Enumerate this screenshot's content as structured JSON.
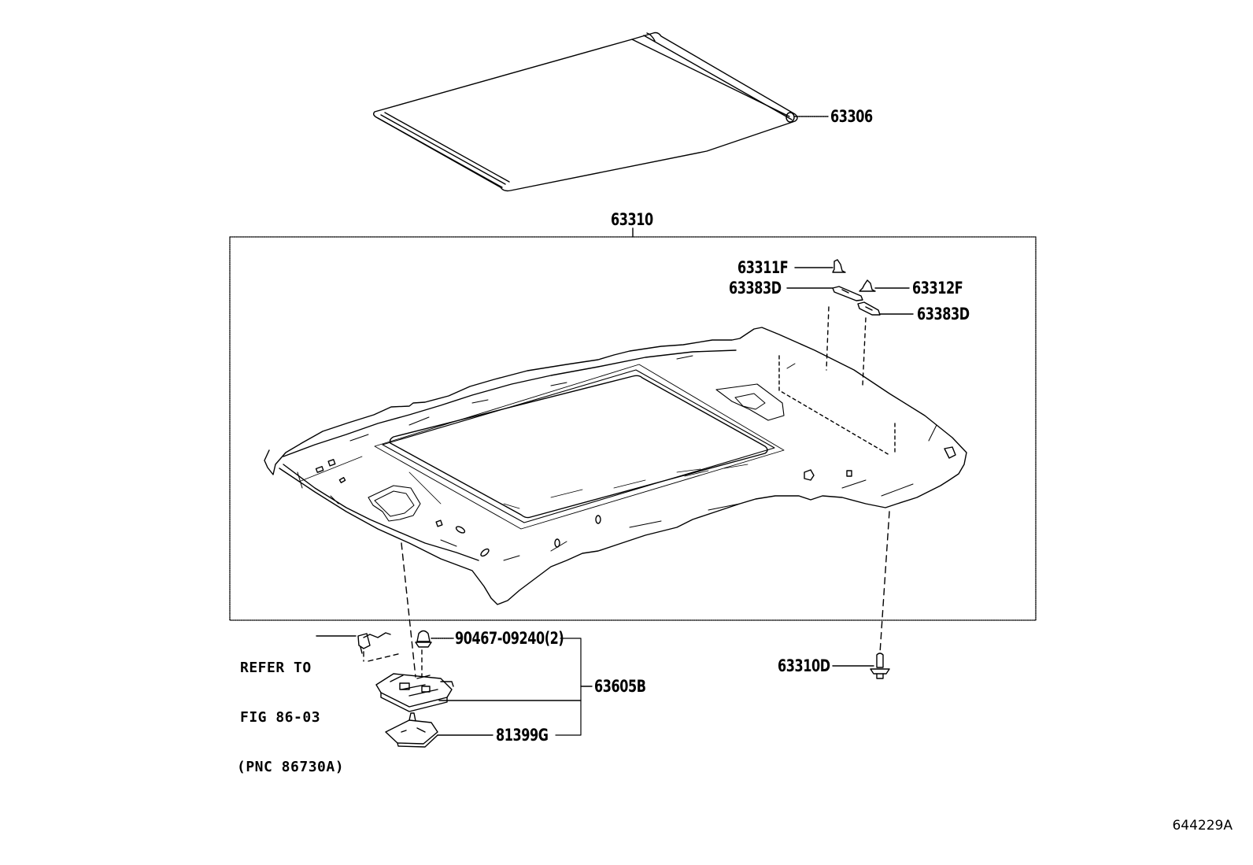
{
  "diagram": {
    "figure_id": "644229A",
    "colors": {
      "line": "#000000",
      "background": "#ffffff"
    },
    "group_box": {
      "label": "63310"
    },
    "parts": [
      {
        "id": "sunshade",
        "pnc": "63306",
        "description_icon": "sunshade-roller-panel"
      },
      {
        "id": "headliner",
        "pnc": "63310",
        "description_icon": "roof-headlining-panel"
      },
      {
        "id": "clip-63311F",
        "pnc": "63311F",
        "description_icon": "clip"
      },
      {
        "id": "bracket-63383D-left",
        "pnc": "63383D",
        "description_icon": "bracket"
      },
      {
        "id": "clip-63312F",
        "pnc": "63312F",
        "description_icon": "clip"
      },
      {
        "id": "bracket-63383D-right",
        "pnc": "63383D",
        "description_icon": "bracket"
      },
      {
        "id": "clip-63310D",
        "pnc": "63310D",
        "description_icon": "push-clip"
      },
      {
        "id": "clip-90467",
        "pnc": "90467-09240(2)",
        "description_icon": "clip"
      },
      {
        "id": "map-lamp",
        "pnc": "63605B",
        "description_icon": "map-lamp-assembly"
      },
      {
        "id": "lamp-cover",
        "pnc": "81399G",
        "description_icon": "lamp-cover"
      }
    ],
    "reference": {
      "line1": "REFER TO",
      "line2": "FIG 86-03",
      "line3": "(PNC 86730A)"
    }
  }
}
